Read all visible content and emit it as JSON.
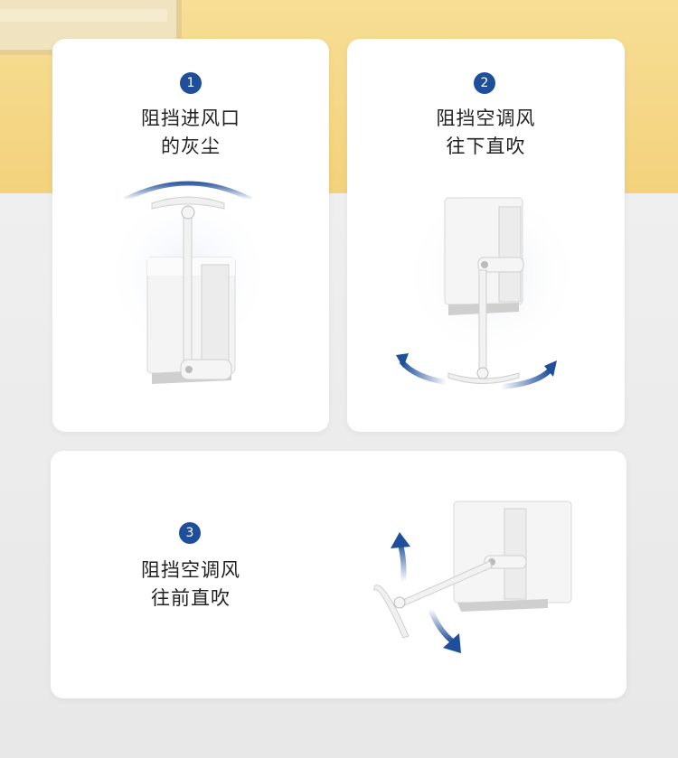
{
  "colors": {
    "accent": "#1f4e9b",
    "background_top": "#f3d27c",
    "background_bottom": "#ececec"
  },
  "cards": [
    {
      "number": "1",
      "line1": "阻挡进风口",
      "line2": "的灰尘"
    },
    {
      "number": "2",
      "line1": "阻挡空调风",
      "line2": "往下直吹"
    },
    {
      "number": "3",
      "line1": "阻挡空调风",
      "line2": "往前直吹"
    }
  ]
}
